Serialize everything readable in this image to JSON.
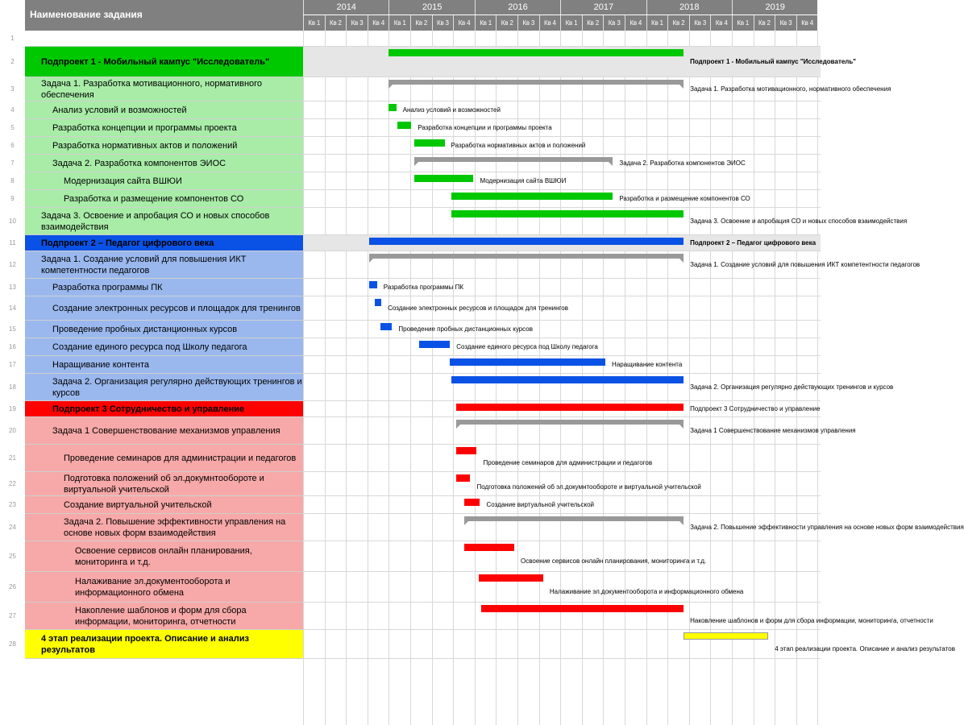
{
  "header": {
    "title": "Наименование задания",
    "years": [
      "2014",
      "2015",
      "2016",
      "2017",
      "2018",
      "2019"
    ],
    "quarters": [
      "Кв 1",
      "Кв 2",
      "Кв 3",
      "Кв 4"
    ]
  },
  "colors": {
    "green": "#00c800",
    "green_light": "#a8eca8",
    "blue": "#0a52e6",
    "blue_light": "#9ab8ee",
    "red": "#ff0000",
    "red_light": "#f7a8a8",
    "yellow": "#ffff00",
    "summary": "#999999",
    "band": "#e6e6e6"
  },
  "rows": [
    {
      "num": "1",
      "name": "",
      "indent": 0,
      "bold": false,
      "bg": "#ffffff",
      "type": "none",
      "start": 0,
      "end": 0,
      "label": "",
      "band": false
    },
    {
      "num": "2",
      "name": "Подпроект 1 - Мобильный кампус \"Исследователь\"",
      "indent": 20,
      "bold": true,
      "bg": "#00c800",
      "type": "bar",
      "color": "#00c800",
      "start": 4.0,
      "end": 17.75,
      "label": "Подпроект 1 - Мобильный кампус \"Исследователь\"",
      "labelBold": true,
      "band": true
    },
    {
      "num": "3",
      "name": "Задача 1. Разработка мотивационного, нормативного обеспечения",
      "indent": 20,
      "bold": false,
      "bg": "#a8eca8",
      "type": "summary",
      "start": 4.0,
      "end": 17.75,
      "label": "Задача 1. Разработка мотивационного, нормативного обеспечения",
      "band": false
    },
    {
      "num": "4",
      "name": "Анализ условий и возможностей",
      "indent": 34,
      "bold": false,
      "bg": "#a8eca8",
      "type": "bar",
      "color": "#00c800",
      "start": 4.0,
      "end": 4.35,
      "label": "Анализ условий и возможностей",
      "band": false
    },
    {
      "num": "5",
      "name": "Разработка концепции и программы проекта",
      "indent": 34,
      "bold": false,
      "bg": "#a8eca8",
      "type": "bar",
      "color": "#00c800",
      "start": 4.4,
      "end": 5.05,
      "label": "Разработка концепции и программы проекта",
      "band": false
    },
    {
      "num": "6",
      "name": "Разработка нормативных актов и положений",
      "indent": 34,
      "bold": false,
      "bg": "#a8eca8",
      "type": "bar",
      "color": "#00c800",
      "start": 5.2,
      "end": 6.6,
      "label": "Разработка нормативных актов и положений",
      "band": false
    },
    {
      "num": "7",
      "name": "Задача 2. Разработка компонентов ЭИОС",
      "indent": 34,
      "bold": false,
      "bg": "#a8eca8",
      "type": "summary",
      "start": 5.2,
      "end": 14.45,
      "label": "Задача 2. Разработка компонентов ЭИОС",
      "band": false
    },
    {
      "num": "8",
      "name": "Модернизация сайта ВШЮИ",
      "indent": 48,
      "bold": false,
      "bg": "#a8eca8",
      "type": "bar",
      "color": "#00c800",
      "start": 5.2,
      "end": 7.95,
      "label": "Модернизация сайта ВШЮИ",
      "band": false
    },
    {
      "num": "9",
      "name": "Разработка и размещение компонентов СО",
      "indent": 48,
      "bold": false,
      "bg": "#a8eca8",
      "type": "bar",
      "color": "#00c800",
      "start": 6.9,
      "end": 14.45,
      "label": "Разработка и размещение компонентов СО",
      "band": false
    },
    {
      "num": "10",
      "name": "Задача 3. Освоение и апробация СО и новых способов взаимодействия",
      "indent": 20,
      "bold": false,
      "bg": "#a8eca8",
      "type": "bar",
      "color": "#00c800",
      "start": 6.9,
      "end": 17.75,
      "label": "Задача 3. Освоение и апробация СО и новых способов взаимодействия",
      "band": false
    },
    {
      "num": "11",
      "name": "Подпроект 2 – Педагог цифрового века",
      "indent": 20,
      "bold": true,
      "bg": "#0a52e6",
      "type": "bar",
      "color": "#0a52e6",
      "start": 3.1,
      "end": 17.75,
      "label": "Подпроект 2 – Педагог цифрового века",
      "labelBold": true,
      "band": true
    },
    {
      "num": "12",
      "name": "Задача 1. Создание условий для повышения ИКТ компетентности педагогов",
      "indent": 20,
      "bold": false,
      "bg": "#9ab8ee",
      "type": "summary",
      "start": 3.1,
      "end": 17.75,
      "label": "Задача 1. Создание условий для повышения ИКТ компетентности педагогов",
      "band": false
    },
    {
      "num": "13",
      "name": "Разработка программы ПК",
      "indent": 34,
      "bold": false,
      "bg": "#9ab8ee",
      "type": "bar",
      "color": "#0a52e6",
      "start": 3.1,
      "end": 3.45,
      "label": "Разработка программы ПК",
      "band": false
    },
    {
      "num": "14",
      "name": "Создание электронных ресурсов и площадок для тренингов",
      "indent": 34,
      "bold": false,
      "bg": "#9ab8ee",
      "type": "bar",
      "color": "#0a52e6",
      "start": 3.35,
      "end": 3.65,
      "label": "Создание электронных ресурсов и площадок для тренингов",
      "band": false
    },
    {
      "num": "15",
      "name": "Проведение пробных дистанционных курсов",
      "indent": 34,
      "bold": false,
      "bg": "#9ab8ee",
      "type": "bar",
      "color": "#0a52e6",
      "start": 3.6,
      "end": 4.15,
      "label": "Проведение пробных дистанционных курсов",
      "band": false
    },
    {
      "num": "16",
      "name": "Создание единого ресурса под Школу педагога",
      "indent": 34,
      "bold": false,
      "bg": "#9ab8ee",
      "type": "bar",
      "color": "#0a52e6",
      "start": 5.4,
      "end": 6.85,
      "label": "Создание единого ресурса под Школу педагога",
      "band": false
    },
    {
      "num": "17",
      "name": "Наращивание контента",
      "indent": 34,
      "bold": false,
      "bg": "#9ab8ee",
      "type": "bar",
      "color": "#0a52e6",
      "start": 6.85,
      "end": 14.1,
      "label": "Наращивание контента",
      "band": false
    },
    {
      "num": "18",
      "name": "Задача 2. Организация регулярно действующих тренингов и курсов",
      "indent": 34,
      "bold": false,
      "bg": "#9ab8ee",
      "type": "bar",
      "color": "#0a52e6",
      "start": 6.9,
      "end": 17.75,
      "label": "Задача 2. Организация регулярно действующих тренингов и курсов",
      "band": false
    },
    {
      "num": "19",
      "name": "Подпроект 3 Сотрудничество и управление",
      "indent": 34,
      "bold": true,
      "bg": "#ff0000",
      "type": "bar",
      "color": "#ff0000",
      "start": 7.15,
      "end": 17.75,
      "label": "Подпроект 3 Сотрудничество и управление",
      "band": false
    },
    {
      "num": "20",
      "name": "Задача 1 Совершенствование механизмов управления",
      "indent": 34,
      "bold": false,
      "bg": "#f7a8a8",
      "type": "summary",
      "start": 7.15,
      "end": 17.75,
      "label": "Задача 1 Совершенствование механизмов управления",
      "band": false
    },
    {
      "num": "21",
      "name": "Проведение семинаров для администрации и педагогов",
      "indent": 48,
      "bold": false,
      "bg": "#f7a8a8",
      "type": "bar",
      "color": "#ff0000",
      "start": 7.15,
      "end": 8.1,
      "label": "Проведение семинаров для администрации и педагогов",
      "band": false,
      "labelDy": 6
    },
    {
      "num": "22",
      "name": "Подготовка положений об эл.докумнтообороте и виртуальной учительской",
      "indent": 48,
      "bold": false,
      "bg": "#f7a8a8",
      "type": "bar",
      "color": "#ff0000",
      "start": 7.15,
      "end": 7.8,
      "label": "Подготовка положений об эл.докумнтообороте и виртуальной учительской",
      "band": false,
      "labelDy": 4
    },
    {
      "num": "23",
      "name": "Создание виртуальной учительской",
      "indent": 48,
      "bold": false,
      "bg": "#f7a8a8",
      "type": "bar",
      "color": "#ff0000",
      "start": 7.5,
      "end": 8.25,
      "label": "Создание виртуальной учительской",
      "band": false
    },
    {
      "num": "24",
      "name": "Задача 2. Повышение эффективности управления на основе новых форм взаимодействия",
      "indent": 48,
      "bold": false,
      "bg": "#f7a8a8",
      "type": "summary",
      "start": 7.5,
      "end": 17.75,
      "label": "Задача 2. Повышение эффективности управления на основе новых форм взаимодействия",
      "band": false
    },
    {
      "num": "25",
      "name": "Освоение сервисов онлайн планирования, мониторинга и т.д.",
      "indent": 62,
      "bold": false,
      "bg": "#f7a8a8",
      "type": "bar",
      "color": "#ff0000",
      "start": 7.5,
      "end": 9.85,
      "label": "Освоение сервисов онлайн планирования, мониторинга и т.д.",
      "band": false,
      "labelDy": 6
    },
    {
      "num": "26",
      "name": "Налаживание эл.документооборота и информационного обмена",
      "indent": 62,
      "bold": false,
      "bg": "#f7a8a8",
      "type": "bar",
      "color": "#ff0000",
      "start": 8.2,
      "end": 11.2,
      "label": "Налаживание эл.документооборота и информационного обмена",
      "band": false,
      "labelDy": 6
    },
    {
      "num": "27",
      "name": "Накопление шаблонов и форм для сбора информации, мониторинга, отчетности",
      "indent": 62,
      "bold": false,
      "bg": "#f7a8a8",
      "type": "bar",
      "color": "#ff0000",
      "start": 8.3,
      "end": 17.75,
      "label": "Наковление шаблонов и форм для сбора информации, мониторинга, отчетности",
      "band": false,
      "labelDy": 6
    },
    {
      "num": "28",
      "name": "4 этап реализации проекта. Описание и анализ результатов",
      "indent": 20,
      "bold": true,
      "bg": "#ffff00",
      "type": "bar",
      "color": "#ffff00",
      "border": "#999999",
      "start": 17.75,
      "end": 21.7,
      "label": "4 этап реализации проекта. Описание и анализ результатов",
      "band": false,
      "labelDy": 6
    }
  ]
}
